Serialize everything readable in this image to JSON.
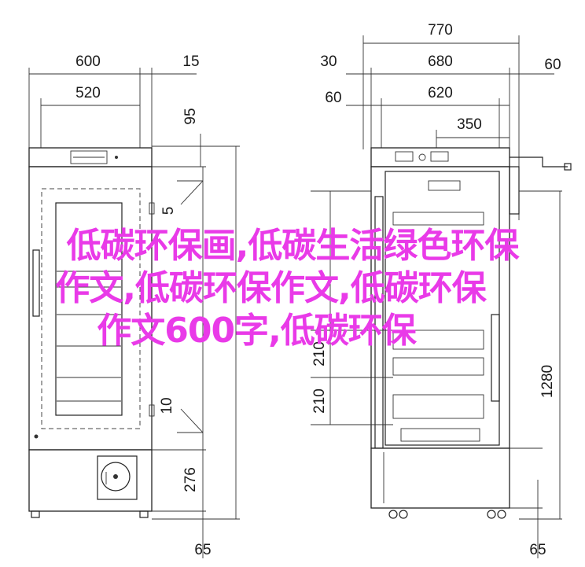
{
  "left_view": {
    "dims": {
      "total_width": "600",
      "side_gap": "15",
      "door_width": "520",
      "top_height": "95",
      "gap_a": "5",
      "gap_b": "10",
      "base_height": "276",
      "bottom_clearance": "65"
    }
  },
  "right_view": {
    "dims": {
      "overall_depth": "770",
      "front_offset": "30",
      "body_depth": "680",
      "rear_offset": "60",
      "door_offset": "60",
      "inner_depth": "620",
      "shelf_depth": "350",
      "shelf_pitch_a": "210",
      "shelf_pitch_b": "210",
      "overall_height": "1280",
      "bottom_clearance": "65"
    }
  },
  "overlay_text": {
    "line1": "低碳环保画,低碳生活绿色环保",
    "line2": "作文,低碳环保作文,低碳环保",
    "line3": "作文600字,低碳环保"
  },
  "colors": {
    "overlay": "#e93ae8",
    "lines": "#222222"
  }
}
